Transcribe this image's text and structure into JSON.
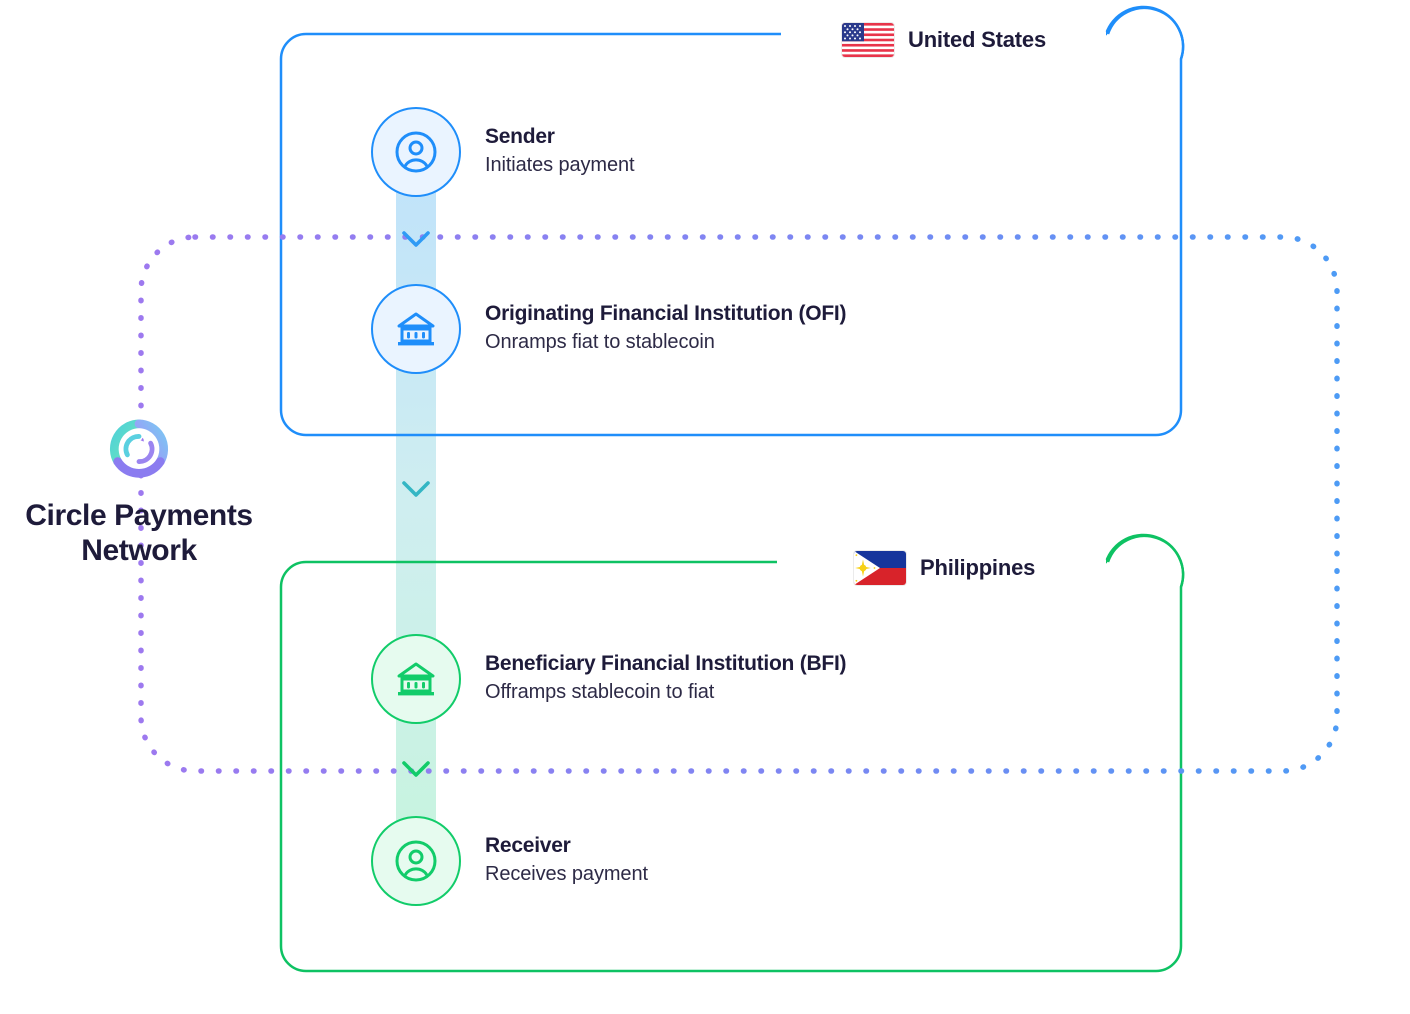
{
  "brand": {
    "logo_icon": "circle-logo-icon",
    "name_line1": "Circle Payments",
    "name_line2": "Network"
  },
  "regions": [
    {
      "id": "united-states",
      "label": "United States",
      "flag_icon": "flag-united-states-icon",
      "accent": "#1f8efa"
    },
    {
      "id": "philippines",
      "label": "Philippines",
      "flag_icon": "flag-philippines-icon",
      "accent": "#12cc6a"
    }
  ],
  "nodes": [
    {
      "id": "sender",
      "icon": "user-avatar-icon",
      "title": "Sender",
      "subtitle": "Initiates payment",
      "accent": "#1f8efa"
    },
    {
      "id": "ofi",
      "icon": "bank-building-icon",
      "title": "Originating Financial Institution (OFI)",
      "subtitle": "Onramps fiat to stablecoin",
      "accent": "#1f8efa"
    },
    {
      "id": "bfi",
      "icon": "bank-building-icon",
      "title": "Beneficiary Financial Institution (BFI)",
      "subtitle": "Offramps stablecoin to fiat",
      "accent": "#12cc6a"
    },
    {
      "id": "receiver",
      "icon": "user-avatar-icon",
      "title": "Receiver",
      "subtitle": "Receives payment",
      "accent": "#12cc6a"
    }
  ],
  "connectors": {
    "flow_icon": "chevron-down-icon",
    "flow_start_color": "#bfe2fb",
    "flow_end_color": "#c7f4de",
    "chevron_top_color": "#2f9bf5",
    "chevron_mid_color": "#34b6c4",
    "chevron_bottom_color": "#12cc6a"
  },
  "network_boundary": {
    "style": "dotted",
    "gradient_start": "#9d79ef",
    "gradient_end": "#4d9bf5"
  },
  "colors": {
    "us_frame": "#1f8efa",
    "ph_frame": "#0ec263",
    "text_dark": "#1e1b3a"
  }
}
